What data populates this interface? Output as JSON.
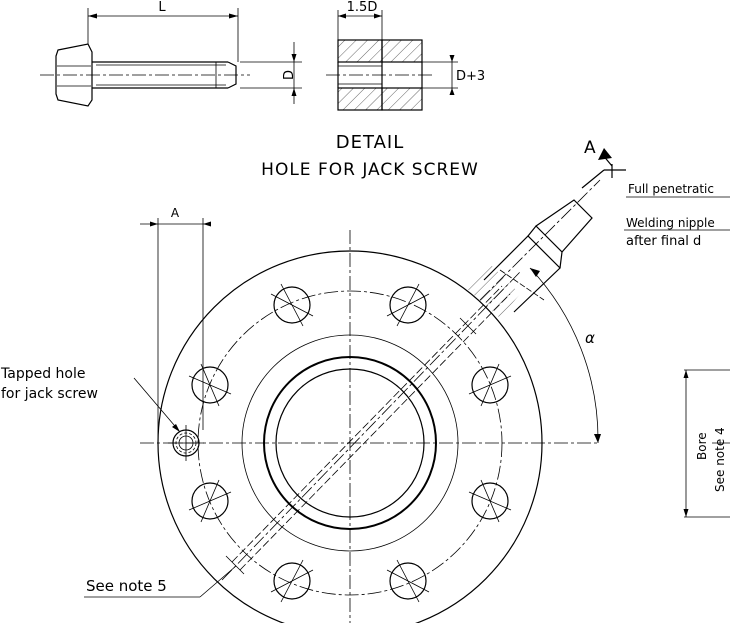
{
  "detail": {
    "dim_L": "L",
    "dim_1_5D": "1.5D",
    "dim_D": "D",
    "dim_D3": "D+3",
    "title": "DETAIL",
    "subtitle": "HOLE FOR JACK SCREW"
  },
  "section": {
    "arrow_label": "A",
    "dim_A": "A"
  },
  "notes": {
    "full_penetration": "Full penetratic",
    "welding_nipple": "Welding nipple",
    "after_final": "after final d",
    "tapped_hole_1": "Tapped hole",
    "tapped_hole_2": "for jack screw",
    "see_note_5": "See note 5",
    "angle": "α",
    "bore": "Bore",
    "see_note_4": "See note 4"
  }
}
